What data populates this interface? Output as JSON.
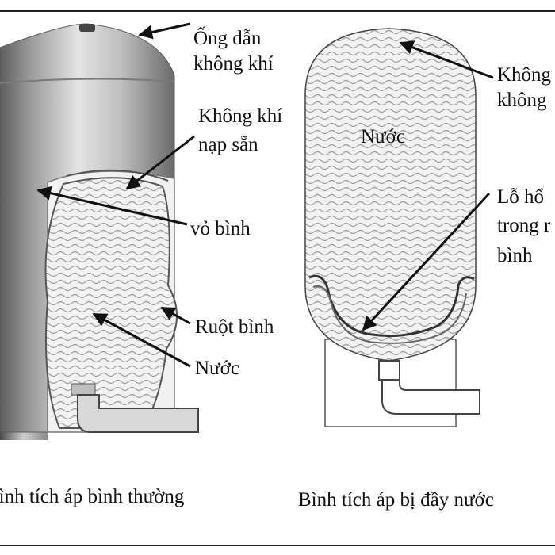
{
  "left_tank": {
    "labels": {
      "air_pipe_1": "Ống dẫn",
      "air_pipe_2": "không khí",
      "precharged_air_1": "Không khí",
      "precharged_air_2": "nạp sẵn",
      "shell": "vỏ bình",
      "bladder": "Ruột bình",
      "water": "Nước"
    },
    "caption": "Bình tích áp bình thường"
  },
  "right_tank": {
    "labels": {
      "air_1": "Không",
      "air_2": "không",
      "water": "Nước",
      "hole_1": "Lỗ hổ",
      "hole_2": "trong r",
      "hole_3": "bình"
    },
    "caption": "Bình tích áp bị đầy nước"
  },
  "colors": {
    "steel_dark": "#6e6e6e",
    "steel_light": "#d9d9d9",
    "water_pattern": "#9a9a9a",
    "text": "#111111"
  }
}
